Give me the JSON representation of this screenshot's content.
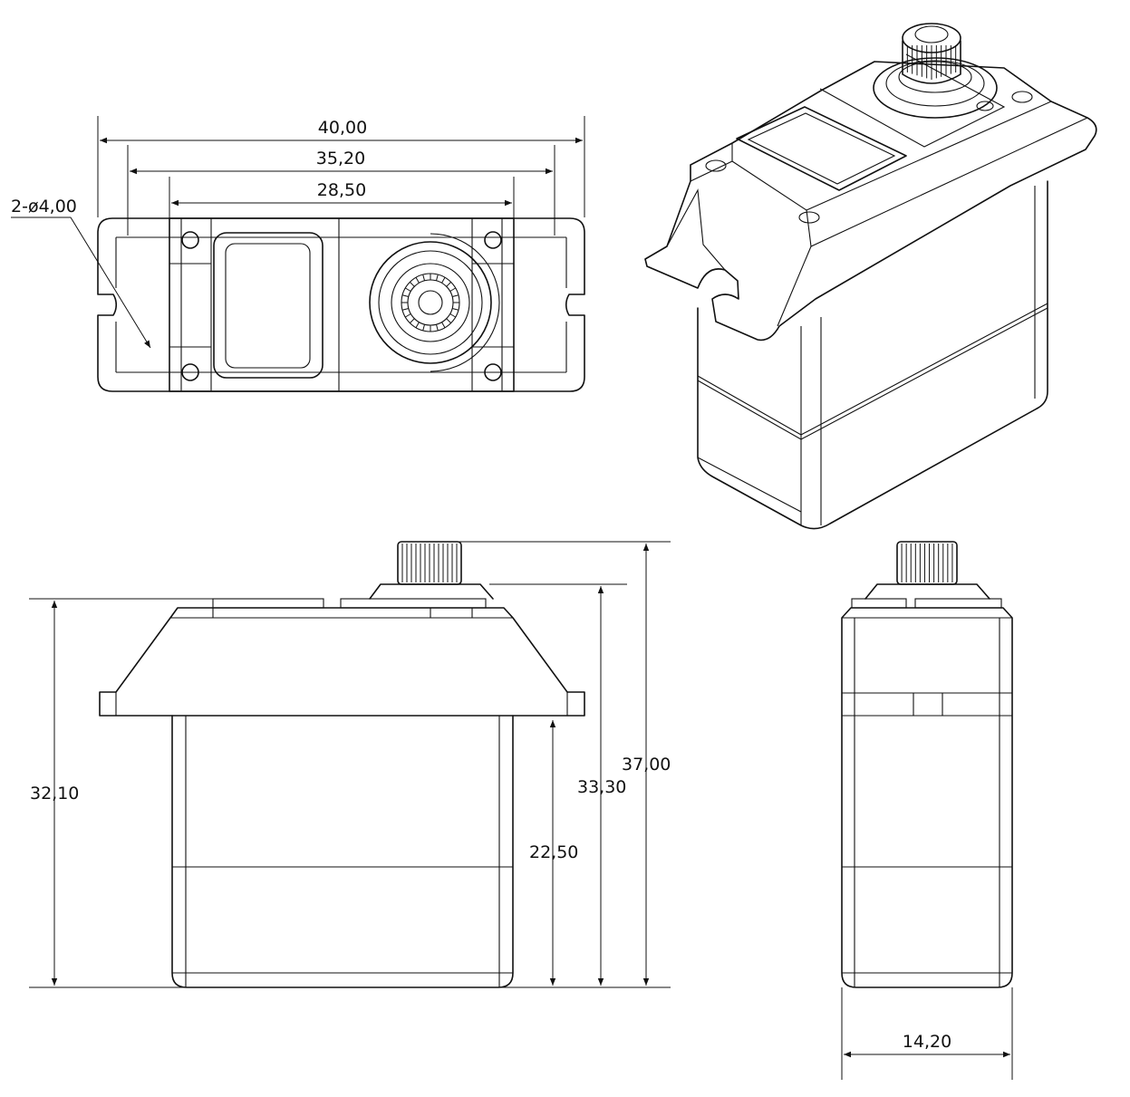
{
  "dimensions": {
    "top_width_overall": "40,00",
    "top_hole_spacing": "35,20",
    "top_screw_spacing": "28,50",
    "hole_callout": "2-ø4,00",
    "height_body": "32,10",
    "height_mount": "22,50",
    "height_case_top": "33,30",
    "height_total": "37,00",
    "side_thickness": "14,20"
  },
  "colors": {
    "line": "#111111",
    "background": "#ffffff"
  }
}
